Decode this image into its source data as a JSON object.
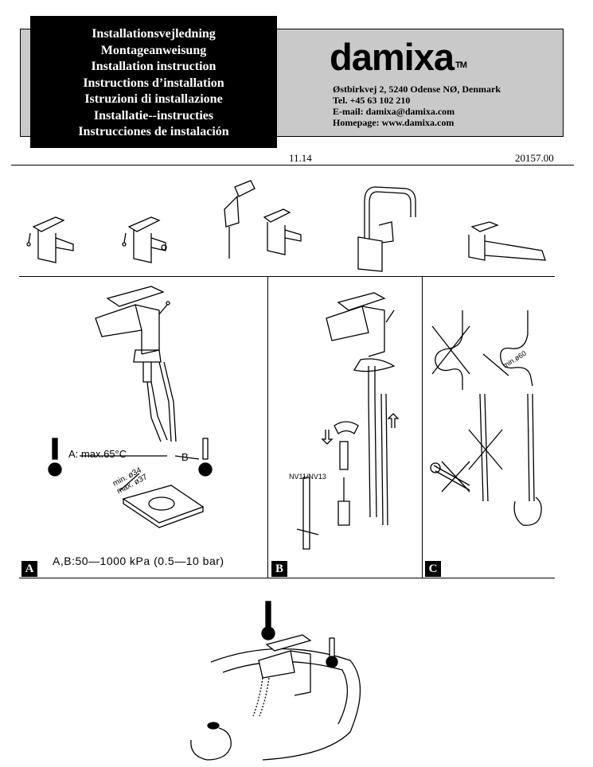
{
  "header": {
    "titles": [
      "Installationsvejledning",
      "Montageanweisung",
      "Installation instruction",
      "Instructions d’installation",
      "Istruzioni di installazione",
      "Installatie--instructies",
      "Instrucciones de instalación"
    ],
    "brand": "damixa",
    "trademark": "TM",
    "address": "Østbirkvej 2, 5240 Odense NØ, Denmark",
    "tel": "Tel. +45 63 102 210",
    "email": "E-mail: damixa@damixa.com",
    "homepage": "Homepage: www.damixa.com",
    "date": "11.14",
    "doc_number": "20157.00"
  },
  "section_a": {
    "label": "A",
    "temp_label_a": "A:  max.65°C",
    "temp_label_b": "B",
    "min_dia": "min. ø34",
    "max_dia": "max. ø37",
    "pressure": "A,B:50—1000 kPa (0.5—10 bar)"
  },
  "section_b": {
    "label": "B",
    "tool_label": "NV11/NV13"
  },
  "section_c": {
    "label": "C",
    "bend_radius": "min.ø60"
  }
}
